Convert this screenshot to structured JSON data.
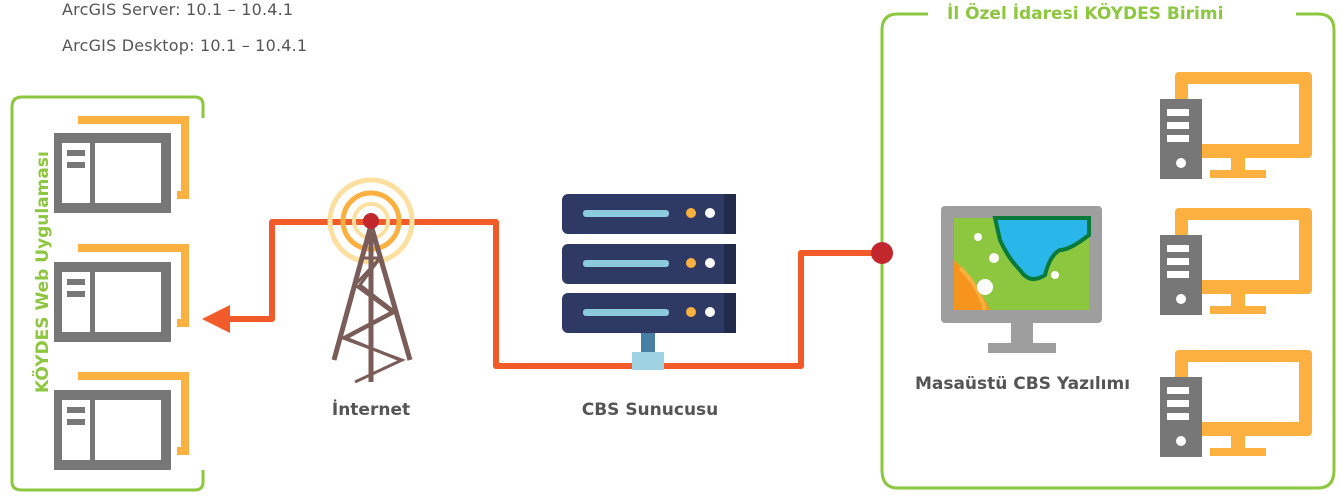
{
  "server_version": "ArcGIS Server: 10.1 – 10.4.1",
  "desktop_version": "ArcGIS Desktop: 10.1 – 10.4.1",
  "left_group_title": "KÖYDES Web Uygulaması",
  "right_group_title": "İl Özel İdaresi KÖYDES Birimi",
  "internet_label": "İnternet",
  "server_label": "CBS Sunucusu",
  "desktop_label": "Masaüstü CBS Yazılımı",
  "colors": {
    "green": "#8dc63f",
    "orange_line": "#f15a29",
    "yellow": "#fbb040",
    "grey": "#777777",
    "server_navy": "#2e3a63",
    "node_red": "#c1272d"
  }
}
